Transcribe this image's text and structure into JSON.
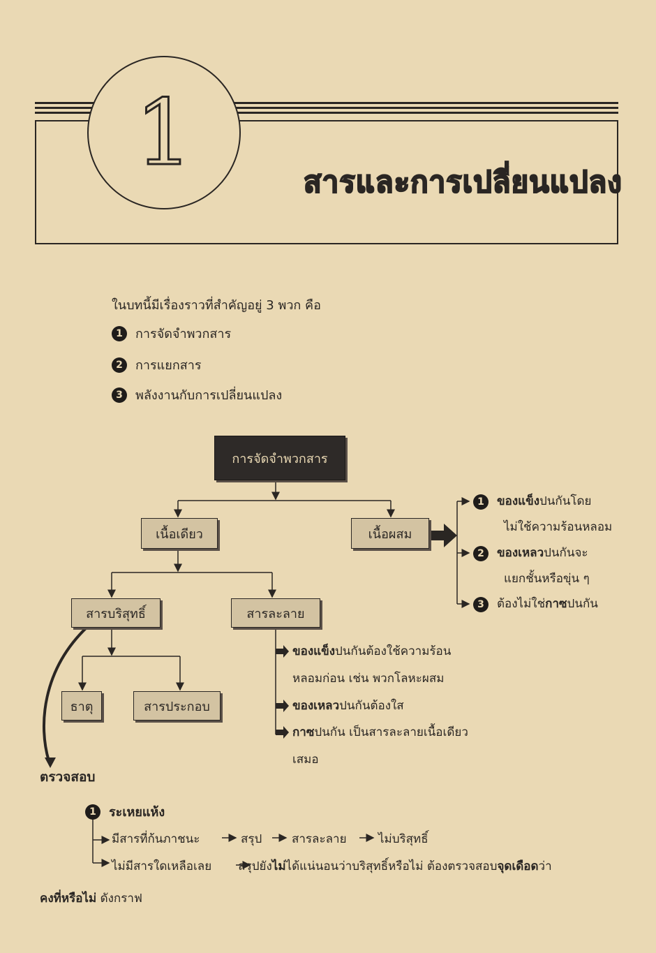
{
  "header": {
    "top_right_text": "",
    "chapter_number": "1",
    "chapter_title": "สารและการเปลี่ยนแปลง"
  },
  "intro": {
    "lead": "ในบทนี้มีเรื่องราวที่สำคัญอยู่ 3 พวก คือ",
    "topics": [
      {
        "num": "1",
        "label": "การจัดจำพวกสาร"
      },
      {
        "num": "2",
        "label": "การแยกสาร"
      },
      {
        "num": "3",
        "label": "พลังงานกับการเปลี่ยนแปลง"
      }
    ]
  },
  "diagram": {
    "root": "การจัดจำพวกสาร",
    "homogeneous": "เนื้อเดียว",
    "heterogeneous": "เนื้อผสม",
    "pure": "สารบริสุทธิ์",
    "solution": "สารละลาย",
    "element": "ธาตุ",
    "compound": "สารประกอบ",
    "hetero_notes": [
      {
        "num": "1",
        "bold": "ของแข็ง",
        "rest": "ปนกันโดย",
        "line2": "ไม่ใช้ความร้อนหลอม"
      },
      {
        "num": "2",
        "bold": "ของเหลว",
        "rest": "ปนกันจะ",
        "line2": "แยกชั้นหรือขุ่น ๆ"
      },
      {
        "num": "3",
        "pre": "ต้องไม่ใช่",
        "bold": "กาซ",
        "rest": "ปนกัน"
      }
    ],
    "solution_notes": {
      "n1_bold": "ของแข็ง",
      "n1_rest": "ปนกันต้องใช้ความร้อน",
      "n1_line2": "หลอมก่อน เช่น พวกโลหะผสม",
      "n2_bold": "ของเหลว",
      "n2_rest": "ปนกันต้องใส",
      "n3_bold": "กาซ",
      "n3_rest": "ปนกัน เป็นสารละลายเนื้อเดียว",
      "n3_line2": "เสมอ"
    }
  },
  "check": {
    "title": "ตรวจสอบ",
    "item1_num": "1",
    "item1_label": "ระเหยแห้ง",
    "branch1": [
      "มีสารที่ก้นภาชนะ",
      "สรุป",
      "สารละลาย",
      "ไม่บริสุทธิ์"
    ],
    "branch2_a": "ไม่มีสารใดเหลือเลย",
    "branch2_b": "สรุปยัง",
    "branch2_b_bold": "ไม่",
    "branch2_c": "ได้แน่นอนว่าบริสุทธิ์หรือไม่  ต้องตรวจสอบ",
    "branch2_bold": "จุดเดือด",
    "branch2_d": "ว่า",
    "last_line_bold": "คงที่หรือไม่",
    "last_line_rest": " ดังกราฟ"
  }
}
